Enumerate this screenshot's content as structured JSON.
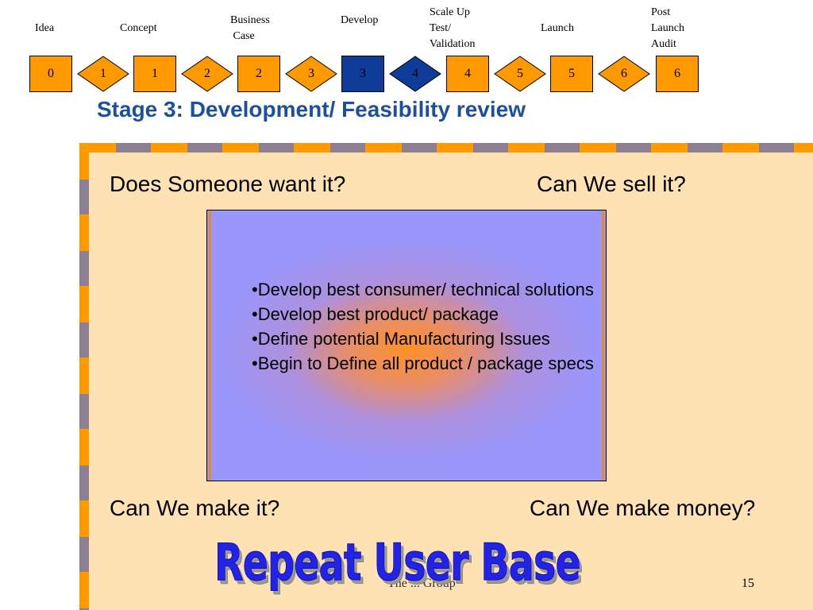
{
  "stages": [
    "Idea",
    "Concept",
    "Business\n Case",
    "Develop",
    "Scale Up\nTest/\nValidation",
    "Launch",
    "Post\nLaunch\nAudit"
  ],
  "process": [
    {
      "kind": "box",
      "label": "0",
      "active": false
    },
    {
      "kind": "diamond",
      "label": "1",
      "active": false
    },
    {
      "kind": "box",
      "label": "1",
      "active": false
    },
    {
      "kind": "diamond",
      "label": "2",
      "active": false
    },
    {
      "kind": "box",
      "label": "2",
      "active": false
    },
    {
      "kind": "diamond",
      "label": "3",
      "active": false
    },
    {
      "kind": "box",
      "label": "3",
      "active": true
    },
    {
      "kind": "diamond",
      "label": "4",
      "active": true
    },
    {
      "kind": "box",
      "label": "4",
      "active": false
    },
    {
      "kind": "diamond",
      "label": "5",
      "active": false
    },
    {
      "kind": "box",
      "label": "5",
      "active": false
    },
    {
      "kind": "diamond",
      "label": "6",
      "active": false
    },
    {
      "kind": "box",
      "label": "6",
      "active": false
    }
  ],
  "colors": {
    "orange": "#ff9900",
    "active_fill": "#0f3c99",
    "title": "#1c4f9e"
  },
  "title": "Stage 3: Development/ Feasibility review",
  "questions": {
    "top_left": "Does Someone want it?",
    "top_right": "Can We sell it?",
    "bottom_left": "Can We make it?",
    "bottom_right": "Can We make money?"
  },
  "bullets": [
    "•Develop best consumer/ technical solutions",
    "•Develop best product/ package",
    "•Define potential Manufacturing Issues",
    "•Begin to Define all product / package specs"
  ],
  "footer": "The  ...  Group",
  "page_number": "15",
  "watermark": "Repeat User Base"
}
